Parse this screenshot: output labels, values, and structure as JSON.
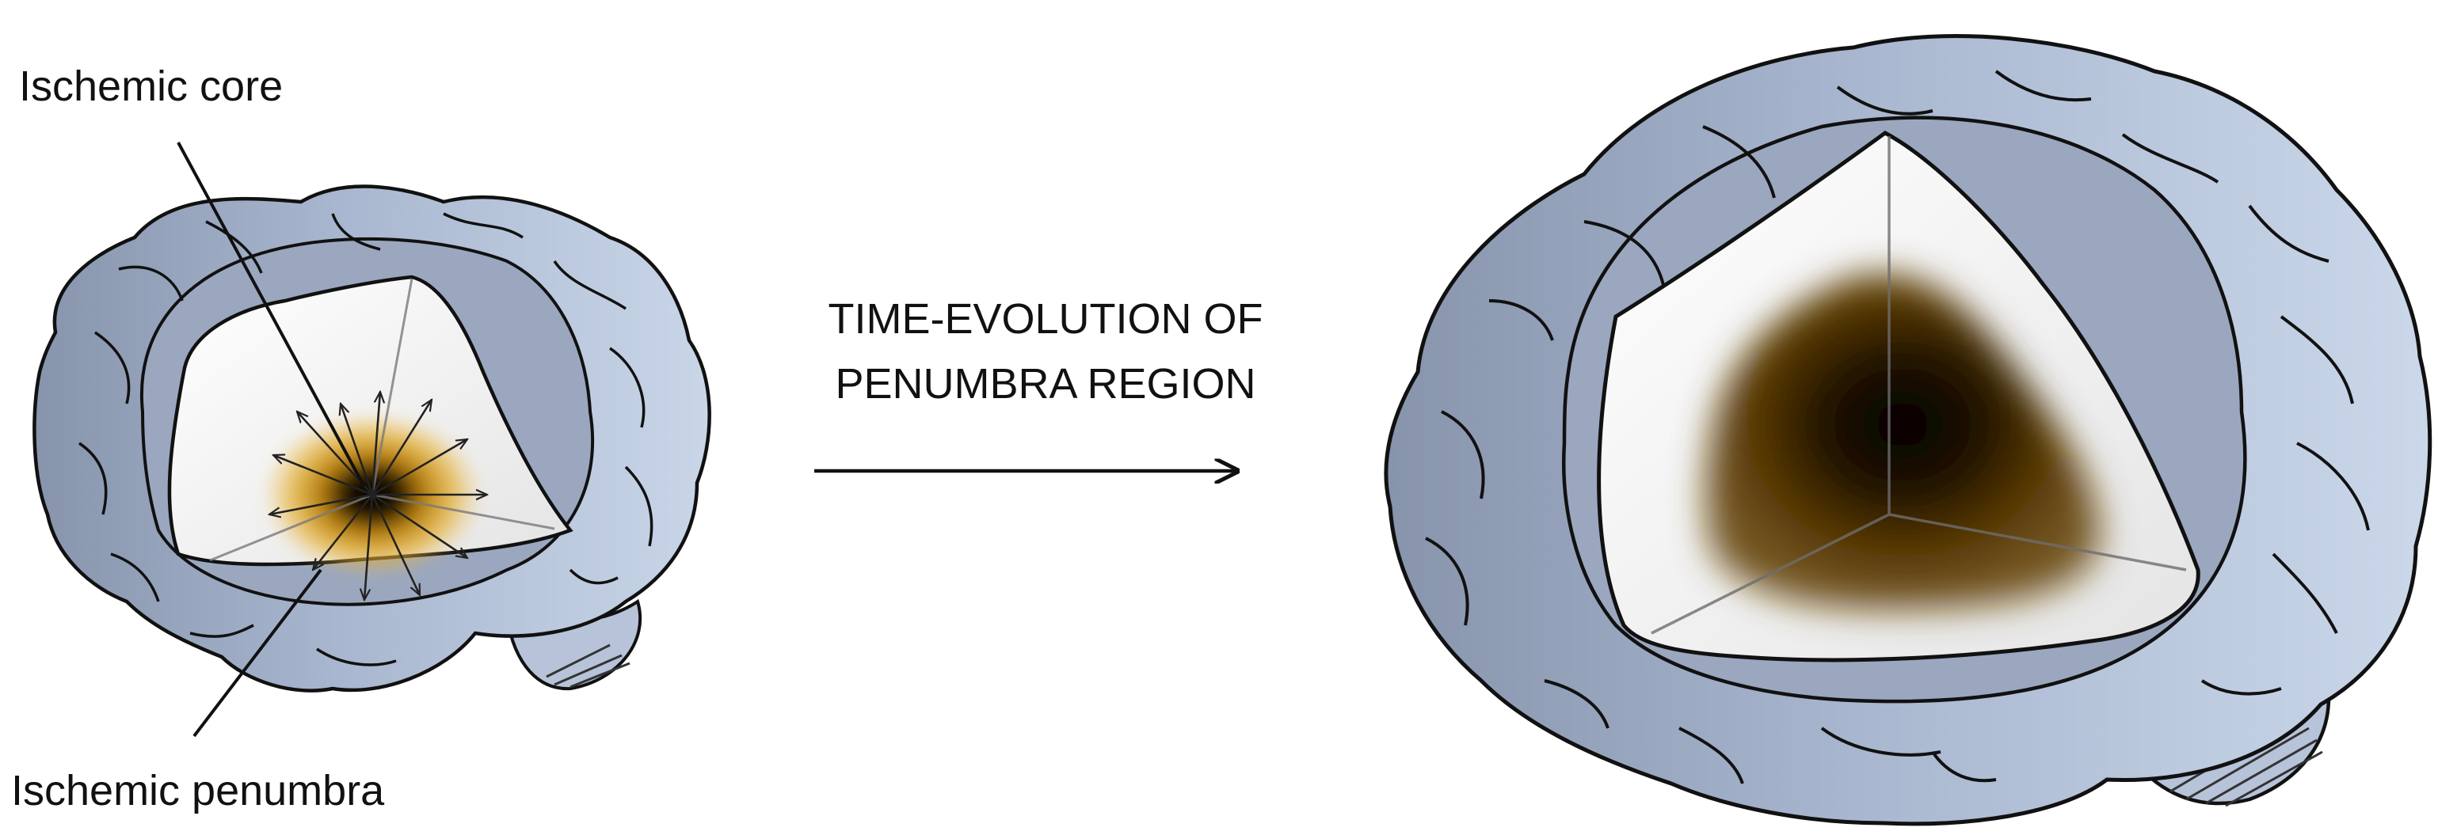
{
  "labels": {
    "ischemic_core": "Ischemic core",
    "ischemic_penumbra": "Ischemic penumbra"
  },
  "caption": {
    "line1": "TIME-EVOLUTION OF",
    "line2": "PENUMBRA REGION"
  },
  "colors": {
    "brain_fill": "#aab8d0",
    "brain_light": "#c6d3e6",
    "cut_surface": "#f0f0f0",
    "penumbra": "#e0a020",
    "core": "#000000",
    "lesion_large": "#5a3a05"
  },
  "icons": [
    "small-brain-illustration",
    "large-brain-illustration",
    "arrow-right-icon",
    "expansion-arrow-icon"
  ]
}
